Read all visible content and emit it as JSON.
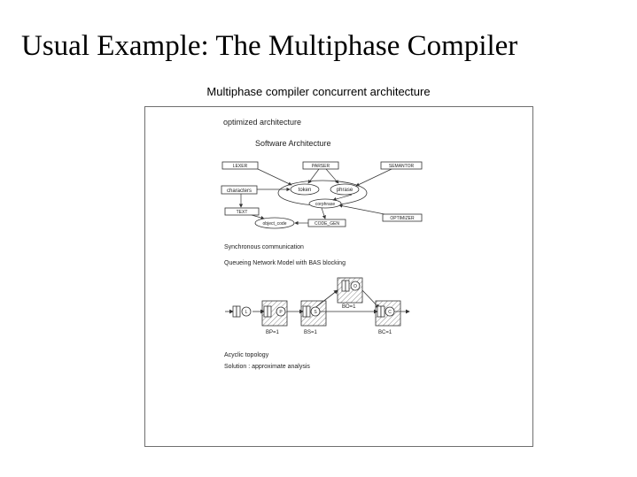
{
  "slide": {
    "title": "Usual Example: The Multiphase Compiler",
    "subtitle": "Multiphase compiler concurrent architecture"
  },
  "figure": {
    "optimized_label": "optimized architecture",
    "software_arch_label": "Software Architecture",
    "components": {
      "lexer": "LEXER",
      "parser": "PARSER",
      "semantor": "SEMANTOR",
      "characters": "characters",
      "token": "token",
      "phrase": "phrase",
      "corephrase": "corphrase",
      "text": "TEXT",
      "object_code": "object_code",
      "code_gen": "CODE_GEN",
      "optimizer": "OPTIMIZER"
    },
    "sync_label": "Synchronous communication",
    "queueing_label": "Queueing Network Model with BAS blocking",
    "stations": {
      "L": "L",
      "P": "P",
      "S": "S",
      "O": "O",
      "C": "C"
    },
    "capacities": {
      "bo": "BO=1",
      "bp": "BP=1",
      "bs": "BS=1",
      "bc": "BC=1"
    },
    "topology_label": "Acyclic topology",
    "solution_label": "Solution : approximate analysis"
  }
}
